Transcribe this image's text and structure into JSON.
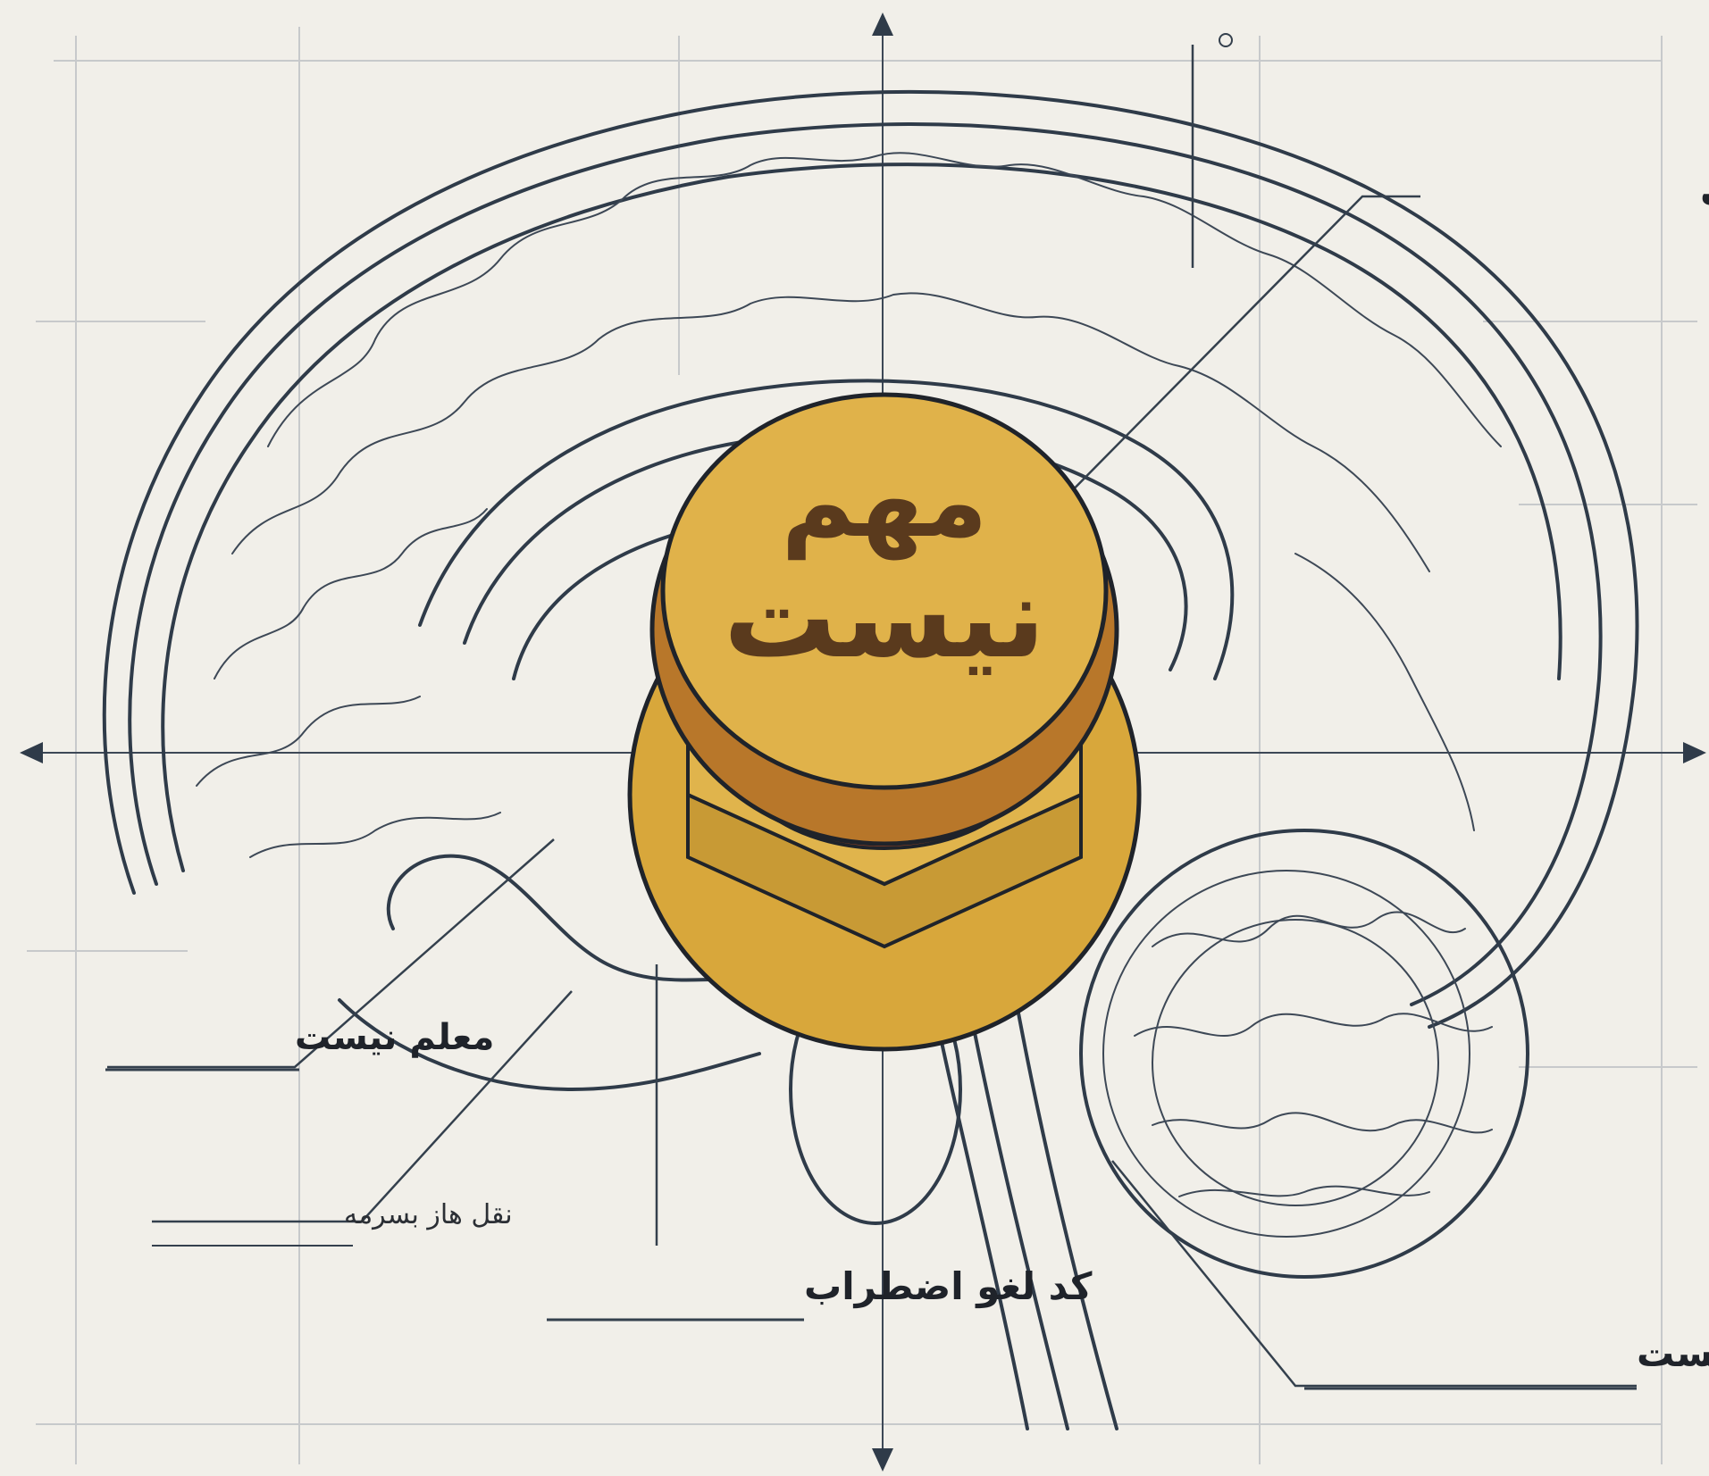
{
  "diagram": {
    "button": {
      "line1": "مهم",
      "line2": "نیست"
    },
    "labels": {
      "top_right": "کد لغو اضطراب",
      "left_middle": "معلم نیست",
      "left_lower": "نقل هاز بسرمه",
      "bottom_center": "کد لغو اضطراب",
      "bottom_right": "این بیاز از دالم نیست"
    }
  },
  "colors": {
    "background": "#f1efe9",
    "line": "#2f3b49",
    "grid": "#c7c9cb",
    "button_gold": "#d8a73b",
    "button_rim": "#b8772a",
    "button_red": "#b84a1f",
    "button_text": "#5a3a1d"
  }
}
